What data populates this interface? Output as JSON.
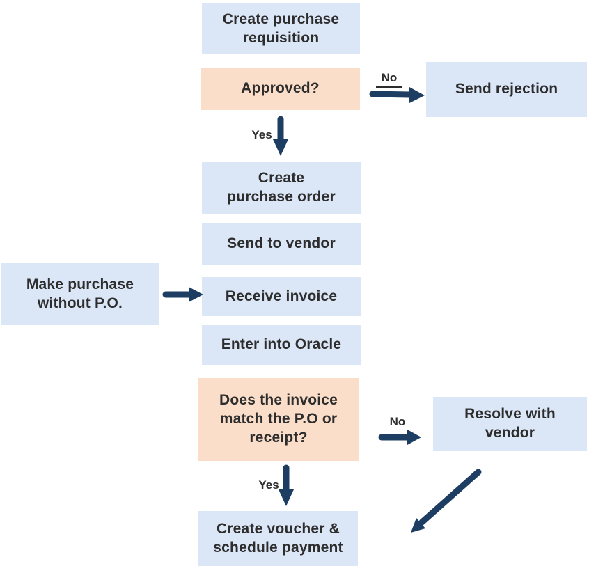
{
  "flow": {
    "nodes": {
      "create_requisition": {
        "lines": [
          "Create purchase",
          "requisition"
        ]
      },
      "approved": {
        "lines": [
          "Approved?"
        ]
      },
      "send_rejection": {
        "lines": [
          "Send rejection"
        ]
      },
      "create_purchase_order": {
        "lines": [
          "Create",
          "purchase order"
        ]
      },
      "send_to_vendor": {
        "lines": [
          "Send to vendor"
        ]
      },
      "make_purchase_without_po": {
        "lines": [
          "Make purchase",
          "without P.O."
        ]
      },
      "receive_invoice": {
        "lines": [
          "Receive invoice"
        ]
      },
      "enter_into_oracle": {
        "lines": [
          "Enter into Oracle"
        ]
      },
      "invoice_match_question": {
        "lines": [
          "Does the invoice",
          "match the P.O or",
          "receipt?"
        ]
      },
      "resolve_with_vendor": {
        "lines": [
          "Resolve with",
          "vendor"
        ]
      },
      "create_voucher": {
        "lines": [
          "Create voucher &",
          "schedule payment"
        ]
      }
    },
    "edge_labels": {
      "approved_no": "No",
      "approved_yes": "Yes",
      "match_no": "No",
      "match_yes": "Yes"
    },
    "colors": {
      "process_fill": "#dbe6f6",
      "decision_fill": "#fadec9",
      "arrow": "#1e3d63",
      "text": "#2d2d2d",
      "background": "#ffffff"
    }
  }
}
